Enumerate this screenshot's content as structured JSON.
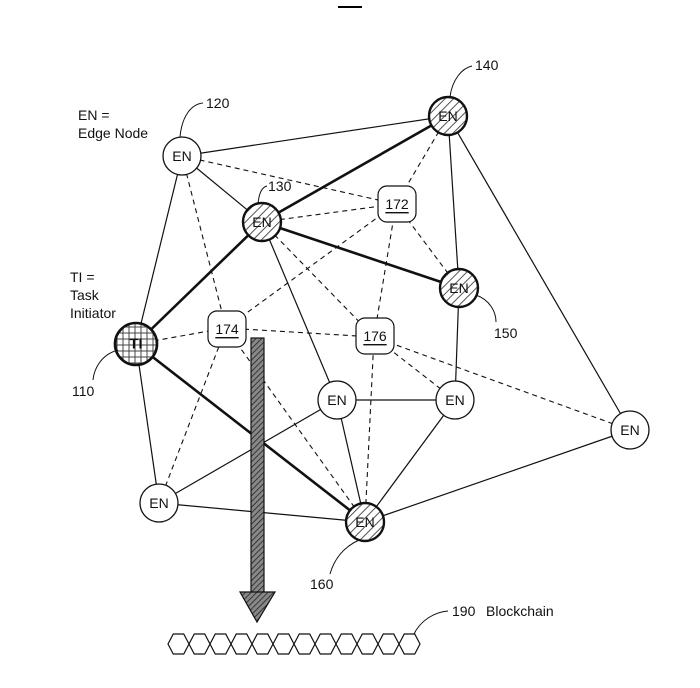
{
  "nodes": {
    "n120": {
      "label": "EN"
    },
    "n130": {
      "label": "EN"
    },
    "n140": {
      "label": "EN"
    },
    "n150": {
      "label": "EN"
    },
    "n160": {
      "label": "EN"
    },
    "n110": {
      "label": "TI"
    },
    "nA": {
      "label": "EN"
    },
    "nB": {
      "label": "EN"
    },
    "nC": {
      "label": "EN"
    },
    "nD": {
      "label": "EN"
    }
  },
  "aggregators": {
    "a172": {
      "label": "172"
    },
    "a174": {
      "label": "174"
    },
    "a176": {
      "label": "176"
    }
  },
  "legend": {
    "en_line1": "EN =",
    "en_line2": "Edge Node",
    "ti_line1": "TI =",
    "ti_line2": "Task",
    "ti_line3": "Initiator"
  },
  "refs": {
    "r110": "110",
    "r120": "120",
    "r130": "130",
    "r140": "140",
    "r150": "150",
    "r160": "160"
  },
  "blockchain": {
    "ref": "190",
    "label": "Blockchain"
  }
}
